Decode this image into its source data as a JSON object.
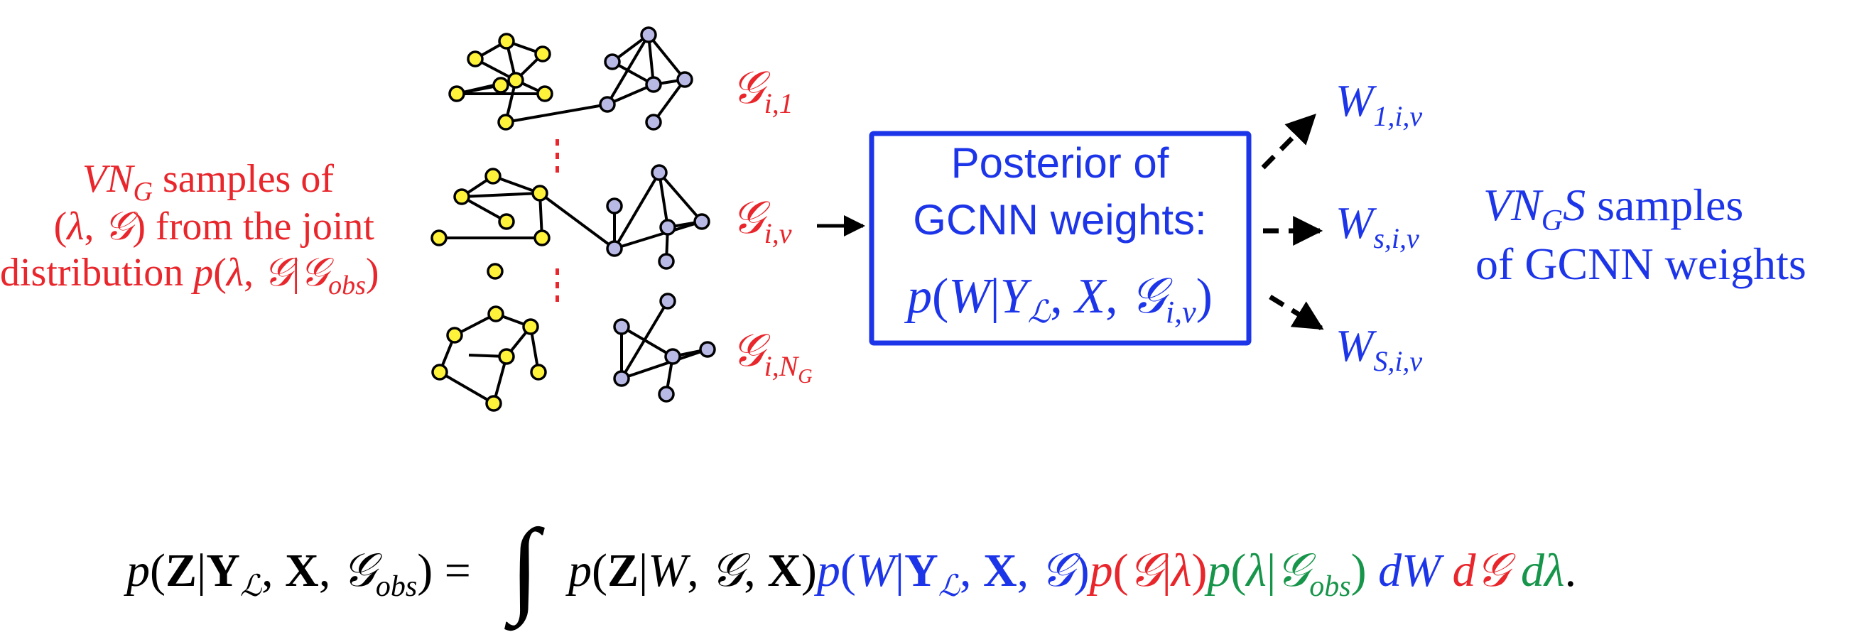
{
  "colors": {
    "red": "#e8262b",
    "blue": "#1d35e8",
    "green": "#17954a",
    "black": "#000000",
    "node_yellow": "#fff23a",
    "node_lavender": "#b9b9e6"
  },
  "left_label": {
    "line1_rest": "samples of",
    "line2_rest": "from the joint",
    "line3_word": "distribution"
  },
  "graph_labels": {
    "g1_sub": "i,1",
    "gv_sub": "i,v",
    "gN_sub": "i,N",
    "gN_subsub": "G"
  },
  "posterior_box": {
    "line1": "Posterior of",
    "line2": "GCNN weights:"
  },
  "outputs": {
    "w1_sub": "1,i,v",
    "ws_sub": "s,i,v",
    "wS_sub": "S,i,v"
  },
  "right_label": {
    "line1_rest": "samples",
    "line2": "of GCNN weights"
  },
  "equation": {
    "lhs_Z": "Z",
    "lhs_Y": "Y",
    "lhs_X": "X",
    "obs_sub": "obs",
    "term1_Z": "Z",
    "term1_X": "X",
    "term2_Y": "Y",
    "term2_X": "X",
    "term4_sub": "obs",
    "dW": "dW",
    "dG": "d",
    "dlambda": "dλ",
    "period": "."
  }
}
